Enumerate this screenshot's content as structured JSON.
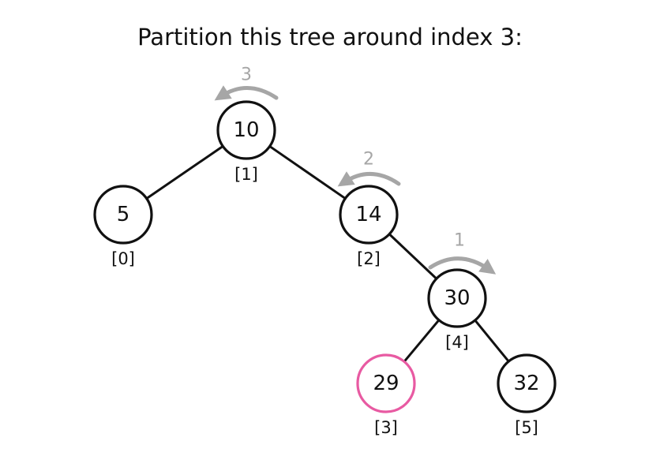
{
  "title": "Partition this tree around index 3:",
  "colors": {
    "node_stroke": "#111111",
    "highlight": "#e85aa2",
    "rotation": "#a6a6a6"
  },
  "nodes": [
    {
      "id": "n10",
      "value": "10",
      "index": "[1]",
      "highlight": false
    },
    {
      "id": "n5",
      "value": "5",
      "index": "[0]",
      "highlight": false
    },
    {
      "id": "n14",
      "value": "14",
      "index": "[2]",
      "highlight": false
    },
    {
      "id": "n30",
      "value": "30",
      "index": "[4]",
      "highlight": false
    },
    {
      "id": "n29",
      "value": "29",
      "index": "[3]",
      "highlight": true
    },
    {
      "id": "n32",
      "value": "32",
      "index": "[5]",
      "highlight": false
    }
  ],
  "edges": [
    {
      "from": "n10",
      "to": "n5"
    },
    {
      "from": "n10",
      "to": "n14"
    },
    {
      "from": "n14",
      "to": "n30"
    },
    {
      "from": "n30",
      "to": "n29"
    },
    {
      "from": "n30",
      "to": "n32"
    }
  ],
  "rotations": [
    {
      "step": "3",
      "direction": "left"
    },
    {
      "step": "2",
      "direction": "left"
    },
    {
      "step": "1",
      "direction": "right"
    }
  ]
}
